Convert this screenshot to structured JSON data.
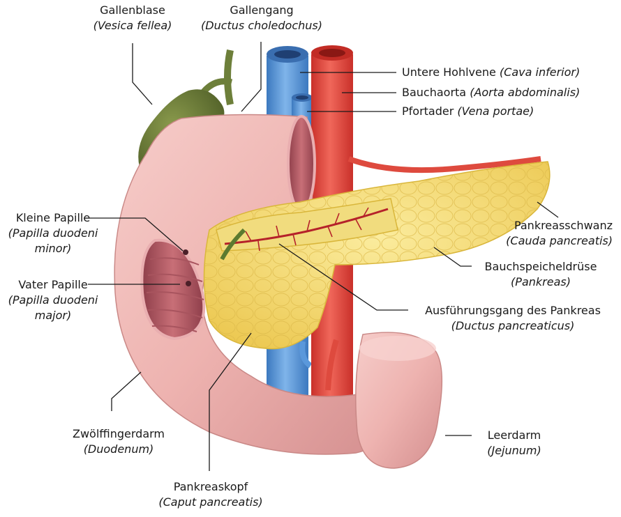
{
  "labels": {
    "gallenblase": {
      "de": "Gallenblase",
      "lat": "(Vesica fellea)"
    },
    "gallengang": {
      "de": "Gallengang",
      "lat": "(Ductus choledochus)"
    },
    "hohlvene": {
      "de": "Untere Hohlvene",
      "lat": "(Cava inferior)"
    },
    "aorta": {
      "de": "Bauchaorta",
      "lat": "(Aorta abdominalis)"
    },
    "pfortader": {
      "de": "Pfortader",
      "lat": "(Vena portae)"
    },
    "kleine_papille": {
      "de": "Kleine Papille",
      "lat1": "(Papilla duodeni",
      "lat2": "minor)"
    },
    "vater_papille": {
      "de": "Vater Papille",
      "lat1": "(Papilla duodeni",
      "lat2": "major)"
    },
    "pankreasschwanz": {
      "de": "Pankreasschwanz",
      "lat": "(Cauda pancreatis)"
    },
    "bauchspeicheldruese": {
      "de": "Bauchspeicheldrüse",
      "lat": "(Pankreas)"
    },
    "ausfuehrungsgang": {
      "de": "Ausführungsgang des Pankreas",
      "lat": "(Ductus pancreaticus)"
    },
    "zwoelffingerdarm": {
      "de": "Zwölffingerdarm",
      "lat": "(Duodenum)"
    },
    "leerdarm": {
      "de": "Leerdarm",
      "lat": "(Jejunum)"
    },
    "pankreaskopf": {
      "de": "Pankreaskopf",
      "lat": "(Caput pancreatis)"
    }
  },
  "colors": {
    "duodenum": "#eeb3b0",
    "duodenum_inner": "#b8606a",
    "pancreas": "#f4dc74",
    "pancreas_edge": "#d9b63a",
    "aorta": "#e24a3e",
    "vena_cava": "#5a98db",
    "gallbladder": "#6d7f3a",
    "duct": "#b5222a"
  }
}
